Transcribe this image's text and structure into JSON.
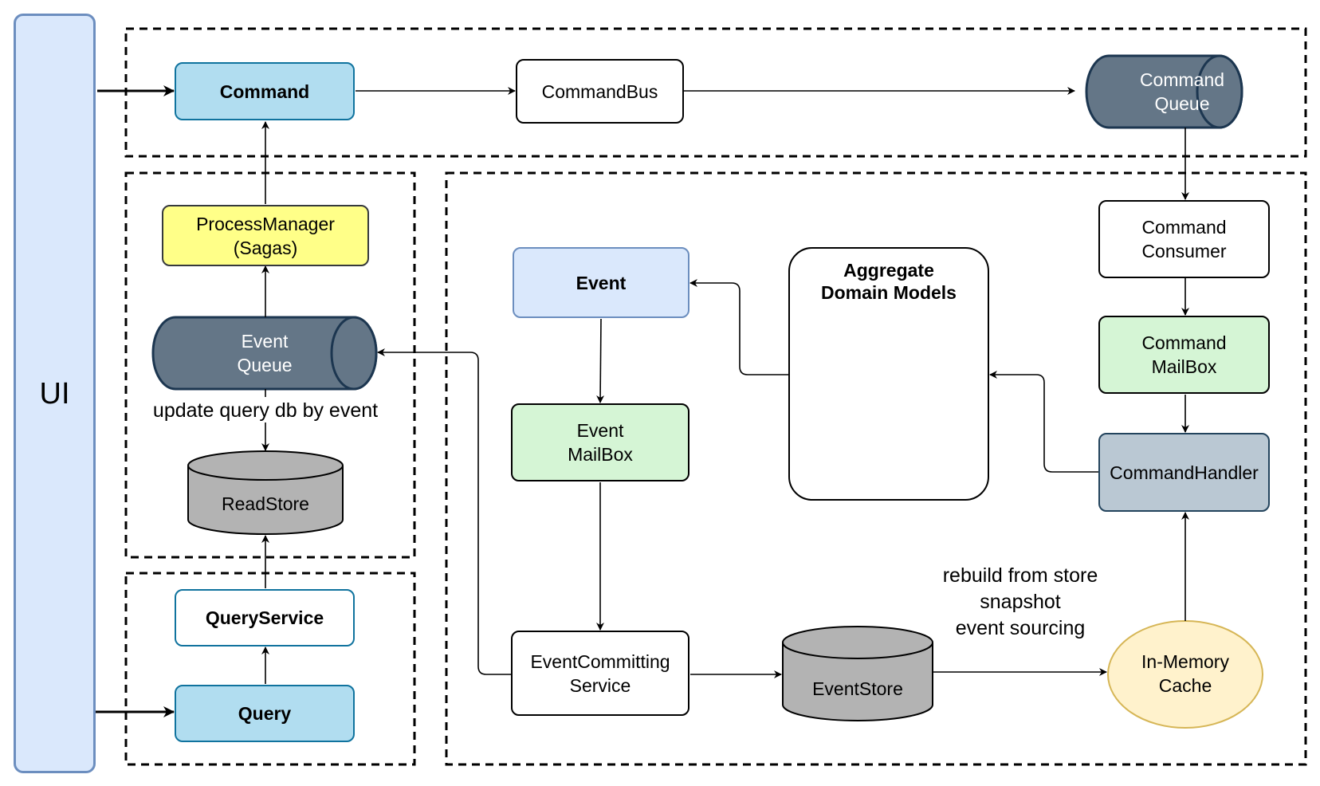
{
  "ui_label": "UI",
  "nodes": {
    "command": "Command",
    "command_bus": "CommandBus",
    "command_queue": "Command\nQueue",
    "command_consumer": "Command\nConsumer",
    "command_mailbox": "Command\nMailBox",
    "command_handler": "CommandHandler",
    "process_manager": "ProcessManager\n(Sagas)",
    "event_queue": "Event\nQueue",
    "read_store": "ReadStore",
    "query_service": "QueryService",
    "query": "Query",
    "event": "Event",
    "event_mailbox": "Event\nMailBox",
    "event_committing_service": "EventCommitting\nService",
    "event_store": "EventStore",
    "in_memory_cache": "In-Memory\nCache",
    "aggregate_title": "Aggregate\nDomain Models"
  },
  "labels": {
    "update_query": "update query db by event",
    "rebuild": "rebuild from store\nsnapshot\nevent sourcing"
  },
  "colors": {
    "model_brown": "#6b3200",
    "model_blue": "#0000cc",
    "model_green": "#006600",
    "queue_fill": "#647687",
    "store_fill": "#b3b3b3",
    "cache_fill": "#fff2cc"
  }
}
